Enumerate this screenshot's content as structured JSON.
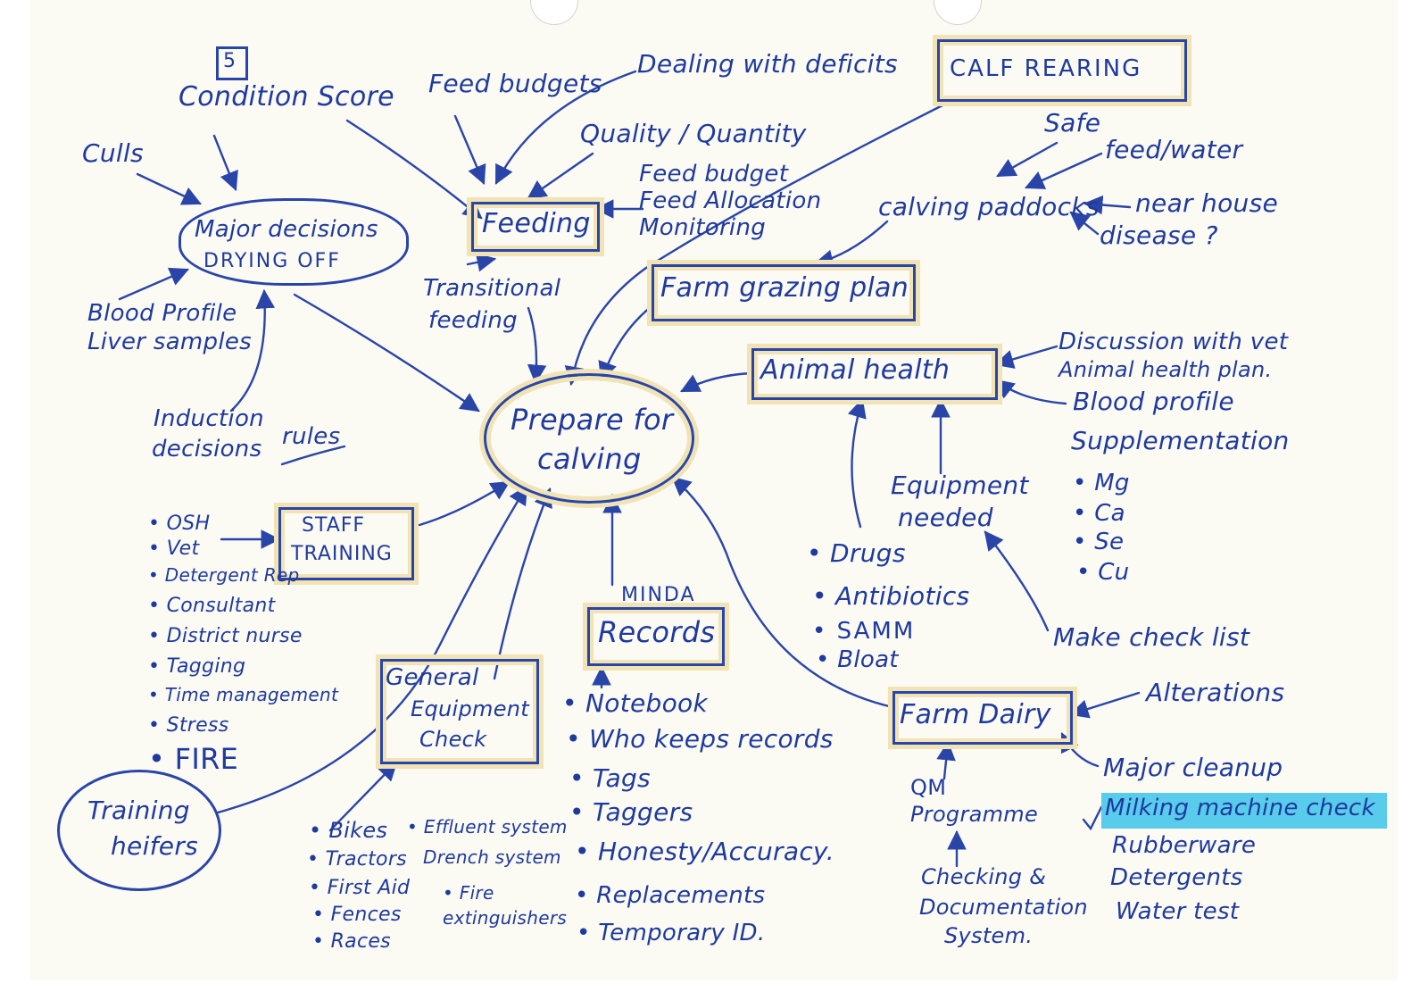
{
  "page_number": "5",
  "center": {
    "line1": "Prepare for",
    "line2": "calving"
  },
  "drying_off": {
    "title_line1": "Major decisions",
    "title_line2": "DRYING OFF",
    "inputs": [
      "Culls",
      "Condition Score"
    ],
    "blood_profile": "Blood Profile",
    "liver_samples": "Liver samples",
    "induction_line1": "Induction",
    "induction_line2": "decisions",
    "rules": "rules"
  },
  "feeding": {
    "title": "Feeding",
    "feed_budgets": "Feed budgets",
    "dealing_with_deficits": "Dealing with deficits",
    "quality_quantity": "Quality / Quantity",
    "details": [
      "Feed budget",
      "Feed Allocation",
      "Monitoring"
    ],
    "transitional_line1": "Transitional",
    "transitional_line2": "feeding"
  },
  "calf_rearing": {
    "title": "CALF REARING",
    "calving_paddocks": "calving paddocks",
    "safe": "Safe",
    "feed_water": "feed/water",
    "near_house": "near house",
    "disease": "disease ?"
  },
  "grazing": {
    "title": "Farm grazing plan"
  },
  "animal_health": {
    "title": "Animal health",
    "vet_line1": "Discussion with vet",
    "vet_line2": "Animal health plan.",
    "blood_profile": "Blood profile",
    "supplementation": "Supplementation",
    "minerals": [
      "Mg",
      "Ca",
      "Se",
      "Cu"
    ],
    "equipment_line1": "Equipment",
    "equipment_line2": "needed",
    "equipment_items": [
      "Drugs",
      "Antibiotics",
      "SAMM",
      "Bloat"
    ],
    "check_list": "Make check list"
  },
  "staff_training": {
    "title_line1": "STAFF",
    "title_line2": "TRAINING",
    "items": [
      "OSH",
      "Vet",
      "Detergent Rep",
      "Consultant",
      "District nurse",
      "Tagging",
      "Time management",
      "Stress",
      "FIRE"
    ]
  },
  "training_heifers": {
    "line1": "Training",
    "line2": "heifers"
  },
  "general_equipment": {
    "line1": "General",
    "line2": "Equipment",
    "line3": "Check",
    "items_col1": [
      "Bikes",
      "Tractors",
      "First Aid",
      "Fences",
      "Races"
    ],
    "items_col2": [
      "Effluent system",
      "Drench system",
      "Fire extinguishers"
    ]
  },
  "records": {
    "label": "MINDA",
    "title": "Records",
    "items": [
      "Notebook",
      "Who keeps records",
      "Tags",
      "Taggers",
      "Honesty/Accuracy.",
      "Replacements",
      "Temporary ID."
    ]
  },
  "farm_dairy": {
    "title": "Farm Dairy",
    "alterations": "Alterations",
    "major_cleanup": "Major cleanup",
    "milking_machine_check": "Milking machine check",
    "check_items": [
      "Rubberware",
      "Detergents",
      "Water test"
    ],
    "qm_line1": "QM",
    "qm_line2": "Programme",
    "checking_line1": "Checking &",
    "checking_line2": "Documentation",
    "checking_line3": "System."
  },
  "colors": {
    "ink": "#1f3a9e",
    "box_tint": "#f1e3b4",
    "highlight": "#59ccec",
    "paper": "#fbfaf3"
  }
}
